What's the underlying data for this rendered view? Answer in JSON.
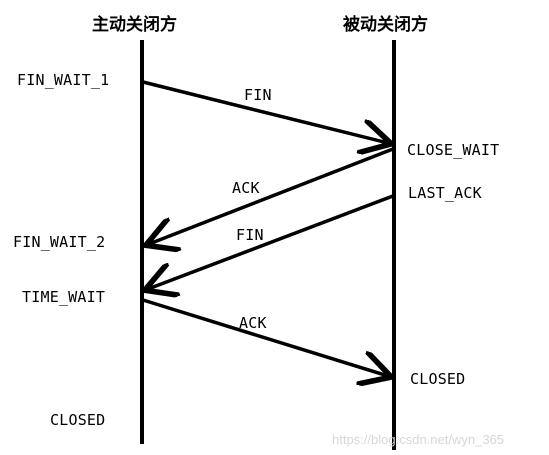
{
  "headers": {
    "active_closer": "主动关闭方",
    "passive_closer": "被动关闭方"
  },
  "states": {
    "active": {
      "fin_wait_1": "FIN_WAIT_1",
      "fin_wait_2": "FIN_WAIT_2",
      "time_wait": "TIME_WAIT",
      "closed": "CLOSED"
    },
    "passive": {
      "close_wait": "CLOSE_WAIT",
      "last_ack": "LAST_ACK",
      "closed": "CLOSED"
    }
  },
  "messages": {
    "fin_1": "FIN",
    "ack_1": "ACK",
    "fin_2": "FIN",
    "ack_2": "ACK"
  },
  "watermark": "https://blog.csdn.net/wyn_365",
  "colors": {
    "line": "#000000",
    "text": "#000000",
    "watermark": "#d7d7d7",
    "background": "#ffffff"
  }
}
